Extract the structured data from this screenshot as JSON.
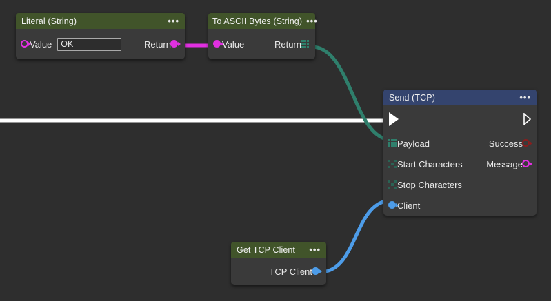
{
  "canvas": {
    "background_color": "#2e2e2e",
    "exec_wire_color": "#ffffff"
  },
  "nodes": {
    "literal": {
      "title": "Literal (String)",
      "menu": "•••",
      "header_color": "#41542a",
      "input_pin_label": "Value",
      "input_value": "OK",
      "input_placeholder": "",
      "output_pin_label": "Return"
    },
    "to_ascii": {
      "title": "To ASCII Bytes (String)",
      "menu": "•••",
      "header_color": "#41542a",
      "input_pin_label": "Value",
      "output_pin_label": "Return"
    },
    "send_tcp": {
      "title": "Send (TCP)",
      "menu": "•••",
      "header_color": "#34446e",
      "inputs": [
        {
          "label": "Payload",
          "pin": "array-filled-icon"
        },
        {
          "label": "Start Characters",
          "pin": "array-hollow-icon"
        },
        {
          "label": "Stop Characters",
          "pin": "array-hollow-icon"
        },
        {
          "label": "Client",
          "pin": "circle-filled-blue-icon"
        }
      ],
      "outputs": [
        {
          "label": "Success",
          "pin": "circle-hollow-darkred-icon"
        },
        {
          "label": "Message",
          "pin": "circle-hollow-magenta-icon"
        }
      ]
    },
    "get_tcp_client": {
      "title": "Get TCP Client",
      "menu": "•••",
      "header_color": "#41542a",
      "output_pin_label": "TCP Client"
    }
  },
  "wires": [
    {
      "name": "literal-return-to-ascii-value",
      "color": "#e130e1",
      "from": "Literal.Return",
      "to": "To ASCII Bytes.Value"
    },
    {
      "name": "ascii-return-to-payload",
      "color": "#2f7f6c",
      "from": "To ASCII Bytes.Return",
      "to": "Send (TCP).Payload"
    },
    {
      "name": "exec-into-send",
      "color": "#ffffff",
      "from": "exec",
      "to": "Send (TCP).exec-in"
    },
    {
      "name": "tcp-client-to-client",
      "color": "#4d9ce8",
      "from": "Get TCP Client.TCP Client",
      "to": "Send (TCP).Client"
    }
  ]
}
